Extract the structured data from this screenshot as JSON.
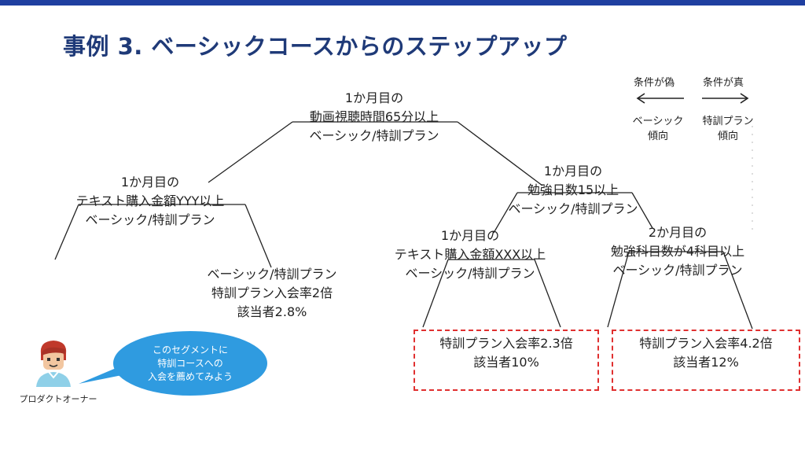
{
  "title": "事例 3. ベーシックコースからのステップアップ",
  "legend": {
    "false_label": "条件が偽",
    "true_label": "条件が真",
    "left_meaning": [
      "ベーシック",
      "傾向"
    ],
    "right_meaning": [
      "特訓プラン",
      "傾向"
    ]
  },
  "tree": {
    "root": [
      "1か月目の",
      "動画視聴時間65分以上",
      "ベーシック/特訓プラン"
    ],
    "left": [
      "1か月目の",
      "テキスト購入金額YYY以上",
      "ベーシック/特訓プラン"
    ],
    "left_right_leaf": [
      "ベーシック/特訓プラン",
      "特訓プラン入会率2倍",
      "該当者2.8%"
    ],
    "right": [
      "1か月目の",
      "勉強日数15以上",
      "ベーシック/特訓プラン"
    ],
    "right_left": [
      "1か月目の",
      "テキスト購入金額XXX以上",
      "ベーシック/特訓プラン"
    ],
    "right_right": [
      "2か月目の",
      "勉強科目数が4科目以上",
      "ベーシック/特訓プラン"
    ],
    "leaf_a": [
      "特訓プラン入会率2.3倍",
      "該当者10%"
    ],
    "leaf_b": [
      "特訓プラン入会率4.2倍",
      "該当者12%"
    ]
  },
  "bubble": [
    "このセグメントに",
    "特訓コースへの",
    "入会を薦めてみよう"
  ],
  "avatar_label": "プロダクトオーナー",
  "colors": {
    "accent": "#1f3fa0",
    "title": "#1f3a78",
    "highlight": "#e03030",
    "bubble": "#2f9be0"
  }
}
